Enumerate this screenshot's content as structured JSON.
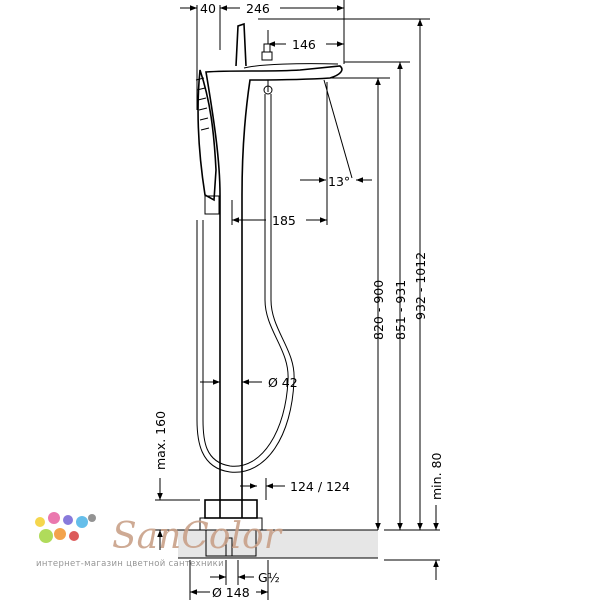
{
  "dimensions": {
    "top_offset": "40",
    "spout_reach": "246",
    "handle_offset": "146",
    "spout_angle": "13°",
    "column_to_spout": "185",
    "column_diameter": "Ø 42",
    "height_range_1": "820 - 900",
    "height_range_2": "851 - 931",
    "height_range_3": "932 - 1012",
    "floor_height_min": "min. 80",
    "base_height_max": "max. 160",
    "base_size": "124 / 124",
    "thread": "G½",
    "base_diameter": "Ø 148"
  },
  "watermark": {
    "brand": "SanColor",
    "tagline": "интернет-магазин цветной сантехники",
    "dot_colors": [
      "#f4d23a",
      "#e86aa6",
      "#7c6cd8",
      "#55b8e8",
      "#a8d84a",
      "#f29a3a",
      "#d94a4a",
      "#888888"
    ]
  }
}
